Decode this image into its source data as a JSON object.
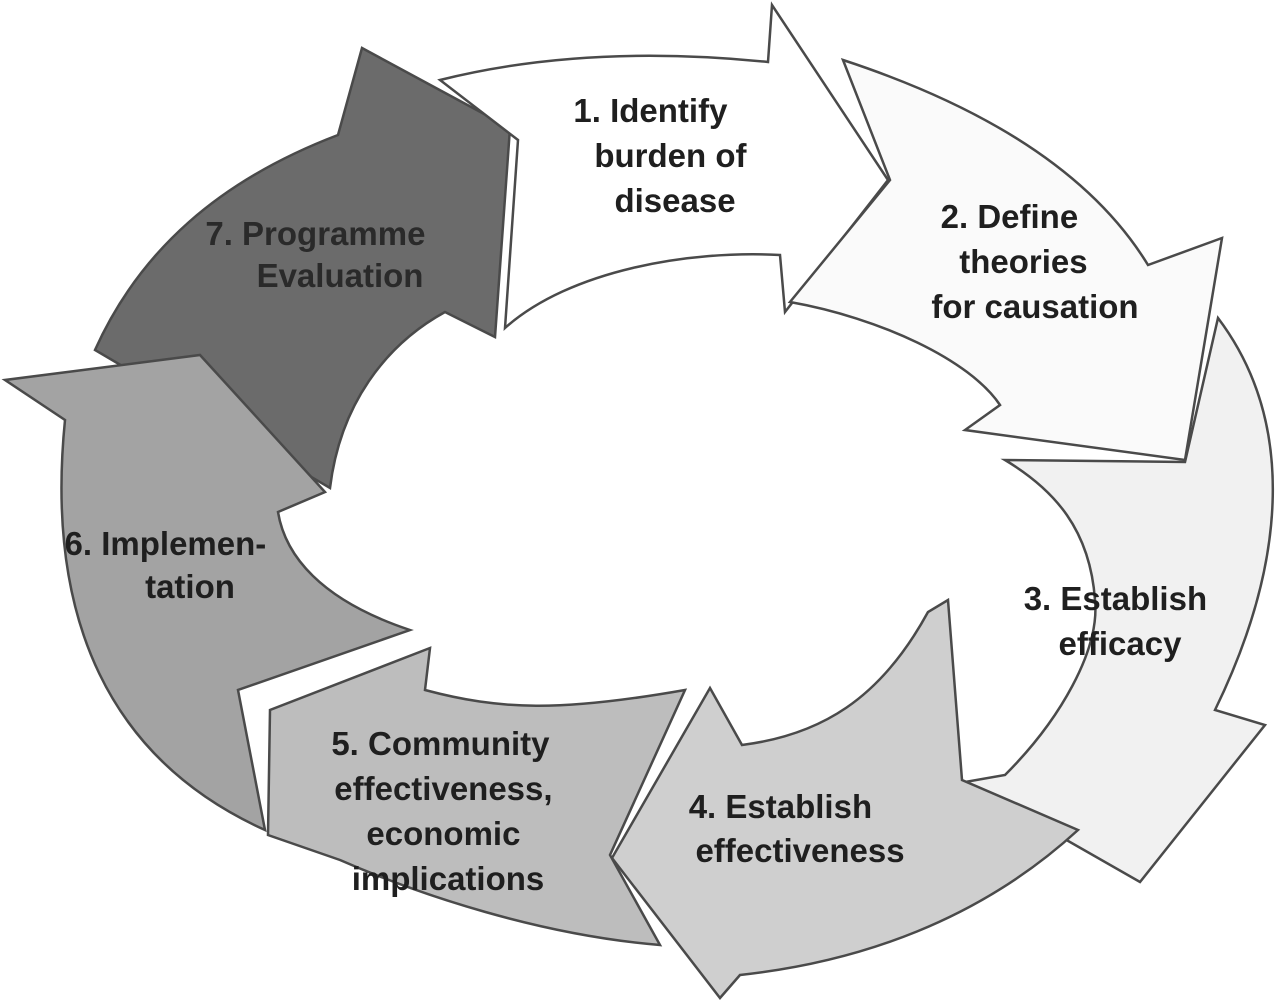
{
  "diagram": {
    "steps": [
      {
        "lines": [
          "1. Identify",
          "burden of",
          "disease"
        ],
        "fill": "#ffffff",
        "text_color": "#1f1f1f"
      },
      {
        "lines": [
          "2. Define",
          "theories",
          "for causation"
        ],
        "fill": "#fafafa",
        "text_color": "#1f1f1f"
      },
      {
        "lines": [
          "3. Establish",
          "efficacy"
        ],
        "fill": "#f1f1f1",
        "text_color": "#1f1f1f"
      },
      {
        "lines": [
          "4. Establish",
          "effectiveness"
        ],
        "fill": "#cfcfcf",
        "text_color": "#1f1f1f"
      },
      {
        "lines": [
          "5. Community",
          "effectiveness,",
          "economic",
          "implications"
        ],
        "fill": "#bdbdbd",
        "text_color": "#1f1f1f"
      },
      {
        "lines": [
          "6. Implemen-",
          "tation"
        ],
        "fill": "#a3a3a3",
        "text_color": "#1f1f1f"
      },
      {
        "lines": [
          "7. Programme",
          "Evaluation"
        ],
        "fill": "#6b6b6b",
        "text_color": "#2a2a2a"
      }
    ]
  }
}
